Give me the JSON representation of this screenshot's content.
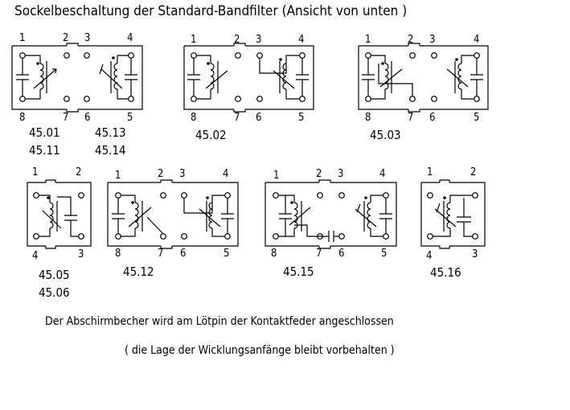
{
  "title": "Sockelbeschaltung der Standard-Bandfilter  (Ansicht von unten )",
  "note_line1": "Der Abschirmbecher wird am Lötpin der Kontaktfeder angeschlossen",
  "note_line2": "( die Lage der Wicklungsanfänge bleibt vorbehalten )",
  "pins": {
    "f1": [
      "1",
      "2",
      "3",
      "4",
      "8",
      "7",
      "6",
      "5"
    ],
    "f2": [
      "1",
      "2",
      "3",
      "4",
      "8",
      "7",
      "6",
      "5"
    ],
    "f3": [
      "1",
      "2",
      "3",
      "4",
      "8",
      "7",
      "6",
      "5"
    ],
    "f4": [
      "1",
      "2",
      "4",
      "3"
    ],
    "f5": [
      "1",
      "2",
      "3",
      "4",
      "8",
      "7",
      "6",
      "5"
    ],
    "f6": [
      "1",
      "2",
      "3",
      "4",
      "8",
      "7",
      "6",
      "5"
    ],
    "f7": [
      "1",
      "2",
      "4",
      "3"
    ]
  },
  "codes": {
    "f1": [
      "45.01",
      "45.11",
      "45.13",
      "45.14"
    ],
    "f2": [
      "45.02"
    ],
    "f3": [
      "45.03"
    ],
    "f4": [
      "45.05",
      "45.06"
    ],
    "f5": [
      "45.12"
    ],
    "f6": [
      "45.15"
    ],
    "f7": [
      "45.16"
    ]
  }
}
